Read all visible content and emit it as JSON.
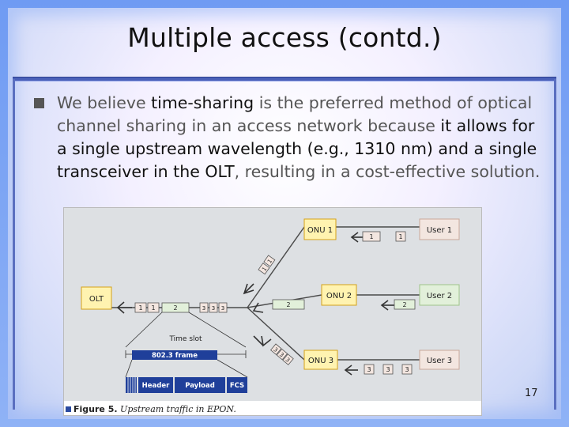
{
  "slide": {
    "title": "Multiple access (contd.)",
    "page_number": "17"
  },
  "bullet": {
    "seg1": "We believe ",
    "seg2": "time-sharing",
    "seg3": " is the preferred method of optical channel sharing in an access network because ",
    "seg4": "it allows for a single upstream wavelength (e.g., 1310 nm) and a single transceiver in the OLT",
    "seg5": ", resulting in a cost-effective solution."
  },
  "figure": {
    "caption_label": "Figure 5.",
    "caption_text": "Upstream traffic in EPON.",
    "olt_label": "OLT",
    "onus": [
      "ONU 1",
      "ONU 2",
      "ONU 3"
    ],
    "users": [
      "User 1",
      "User 2",
      "User 3"
    ],
    "frame_labels": {
      "time_slot": "Time slot",
      "frame": "802.3 frame",
      "header": "Header",
      "payload": "Payload",
      "fcs": "FCS"
    },
    "packet_labels": {
      "one": "1",
      "two": "2",
      "three": "3"
    },
    "colors": {
      "box_fill": "#fff3b0",
      "box_border": "#d4a21a",
      "user_fill": "#f3e6e0",
      "user2_fill": "#e2f0da",
      "frame_fill": "#1f3f9a"
    }
  }
}
